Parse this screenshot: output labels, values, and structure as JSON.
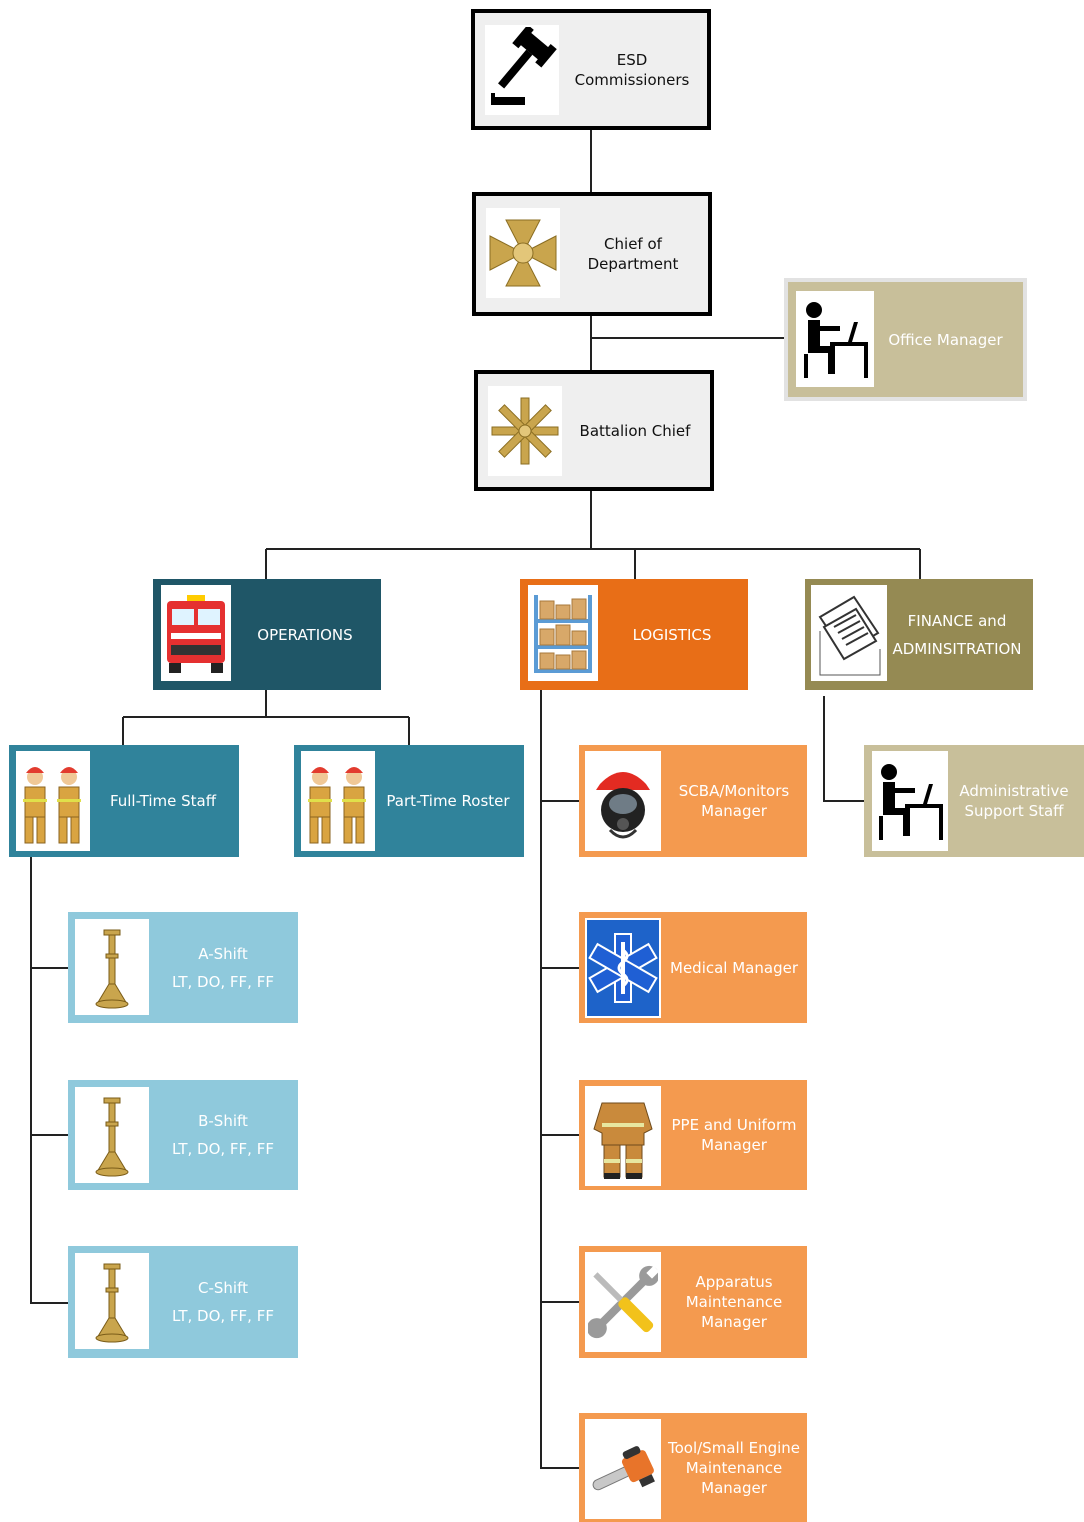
{
  "nodes": {
    "esd": {
      "lines": [
        "ESD",
        "Commissioners"
      ],
      "icon": "gavel-icon"
    },
    "chief": {
      "lines": [
        "Chief of",
        "Department"
      ],
      "icon": "gold-badge-icon"
    },
    "office": {
      "lines": [
        "Office Manager"
      ],
      "icon": "desk-worker-icon"
    },
    "battalion": {
      "lines": [
        "Battalion Chief"
      ],
      "icon": "maltese-cross-icon"
    },
    "operations": {
      "lines": [
        "OPERATIONS"
      ],
      "icon": "fire-truck-icon"
    },
    "logistics": {
      "lines": [
        "LOGISTICS"
      ],
      "icon": "warehouse-shelves-icon"
    },
    "finance": {
      "lines": [
        "FINANCE and",
        "ADMINSITRATION"
      ],
      "icon": "documents-icon"
    },
    "fulltime": {
      "lines": [
        "Full-Time Staff"
      ],
      "icon": "firefighters-icon"
    },
    "parttime": {
      "lines": [
        "Part-Time Roster"
      ],
      "icon": "firefighters-icon"
    },
    "scba": {
      "lines": [
        "SCBA/Monitors",
        "Manager"
      ],
      "icon": "scba-mask-icon"
    },
    "admin": {
      "lines": [
        "Administrative",
        "Support Staff"
      ],
      "icon": "desk-worker-icon"
    },
    "ashift": {
      "lines": [
        "A-Shift",
        "LT, DO, FF, FF"
      ],
      "icon": "bugle-icon"
    },
    "bshift": {
      "lines": [
        "B-Shift",
        "LT, DO, FF, FF"
      ],
      "icon": "bugle-icon"
    },
    "cshift": {
      "lines": [
        "C-Shift",
        "LT, DO, FF, FF"
      ],
      "icon": "bugle-icon"
    },
    "medical": {
      "lines": [
        "Medical Manager"
      ],
      "icon": "star-of-life-icon"
    },
    "ppe": {
      "lines": [
        "PPE and Uniform",
        "Manager"
      ],
      "icon": "turnout-gear-icon"
    },
    "apparatus": {
      "lines": [
        "Apparatus",
        "Maintenance",
        "Manager"
      ],
      "icon": "wrench-screwdriver-icon"
    },
    "tool": {
      "lines": [
        "Tool/Small Engine",
        "Maintenance",
        "Manager"
      ],
      "icon": "chainsaw-icon"
    }
  },
  "colors": {
    "operations": "#1f5667",
    "logistics": "#e86e17",
    "finance": "#958a53",
    "staff": "#30839b",
    "shift": "#8fc9dc",
    "manager": "#f49a4f",
    "admin": "#c8bf9a"
  }
}
